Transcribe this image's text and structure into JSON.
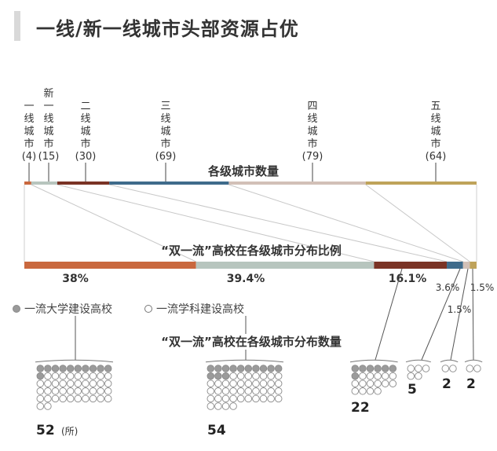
{
  "title": "一线/新一线城市头部资源占优",
  "chart_data": {
    "type": "bar",
    "top_bar": {
      "title": "各级城市数量",
      "categories": [
        "一线城市",
        "新一线城市",
        "二线城市",
        "三线城市",
        "四线城市",
        "五线城市"
      ],
      "counts": [
        "(4)",
        "(15)",
        "(30)",
        "(69)",
        "(79)",
        "(64)"
      ],
      "values": [
        4,
        15,
        30,
        69,
        79,
        64
      ]
    },
    "bottom_bar": {
      "title": "“双一流”高校在各级城市分布比例",
      "values": [
        38,
        39.4,
        16.1,
        3.6,
        1.5,
        1.5
      ],
      "labels": [
        "38%",
        "39.4%",
        "16.1%",
        "3.6%",
        "1.5%",
        "1.5%"
      ]
    },
    "counts_title": "“双一流”高校在各级城市分布数量",
    "legend": {
      "filled": "一流大学建设高校",
      "hollow": "一流学科建设高校"
    },
    "counts": {
      "labels": [
        "52",
        "54",
        "22",
        "5",
        "2",
        "2"
      ],
      "unit": "(所)",
      "filled": [
        11,
        13,
        7,
        0,
        0,
        0
      ],
      "hollow": [
        41,
        41,
        15,
        5,
        2,
        2
      ]
    },
    "colors": [
      "#c9683e",
      "#b7c5be",
      "#7a3325",
      "#3f6b8b",
      "#d2c0b7",
      "#bfa35a"
    ]
  }
}
